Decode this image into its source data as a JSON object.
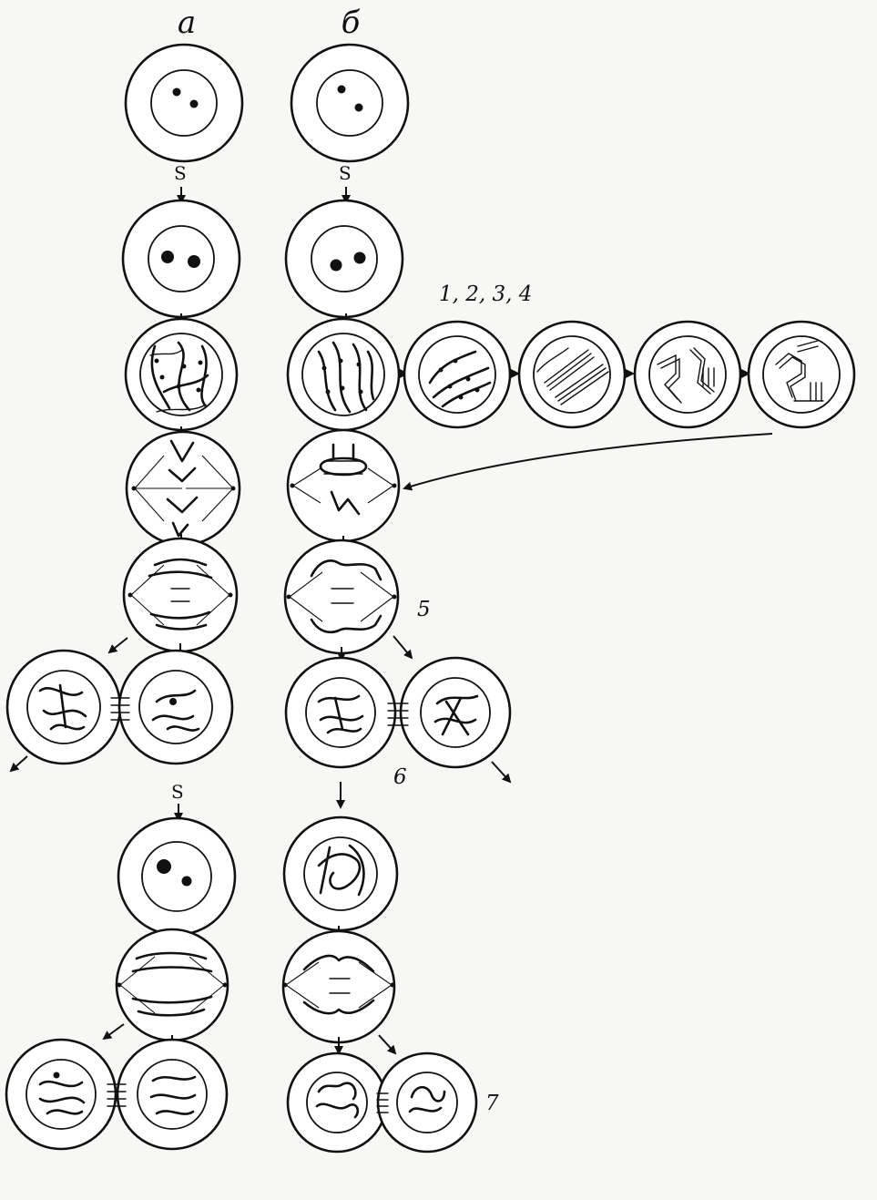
{
  "columns": {
    "a": {
      "label": "а"
    },
    "b": {
      "label": "б"
    }
  },
  "labels": {
    "s_marker": "S",
    "prophase_substages": "1, 2, 3, 4",
    "stage_5": "5",
    "stage_6": "6",
    "stage_7": "7"
  },
  "colors": {
    "ink": "#111111",
    "paper": "#ffffff",
    "background": "#f7f7f5"
  }
}
